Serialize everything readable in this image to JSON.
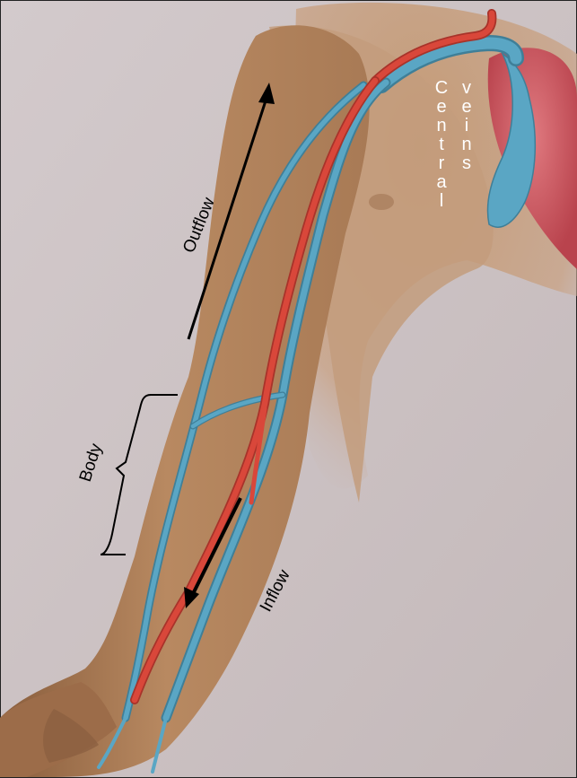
{
  "labels": {
    "outflow": "Outflow",
    "body": "Body",
    "inflow": "Inflow",
    "central": "Central",
    "veins": "veins"
  },
  "colors": {
    "background": "#c9bfc1",
    "skin": "#b98a62",
    "skin_shadow": "#8f6442",
    "vein": "#5aa6c4",
    "vein_dark": "#3f7f98",
    "artery": "#d9473a",
    "heart": "#c8505a",
    "annotation": "#000000"
  },
  "icons": [
    "arrow-up-icon",
    "arrow-down-icon",
    "bracket-icon"
  ]
}
